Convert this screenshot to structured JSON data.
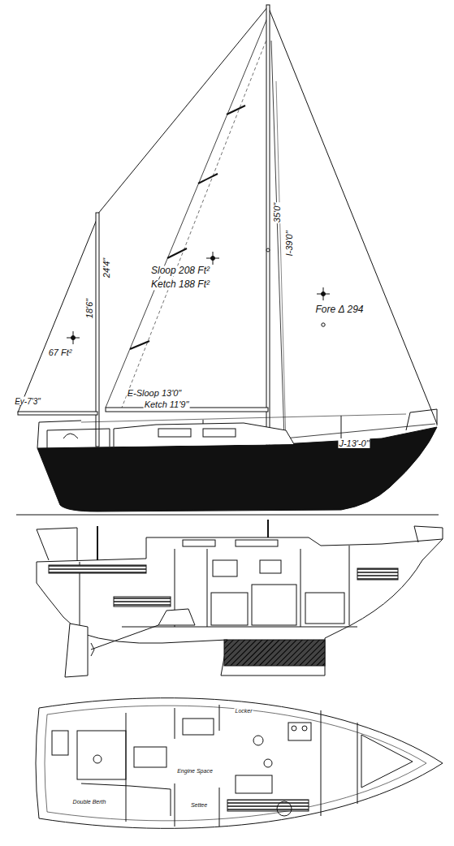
{
  "diagram": {
    "labels": [
      "Sloop 208 Ft²",
      "Ketch 188 Ft²",
      "Fore Δ 294",
      "67 Ft²",
      "18'6\"",
      "24'4\"",
      "35'0\"",
      "I-39'0\"",
      "E-Sloop 13'0\"",
      "Ketch 11'9\"",
      "J-13'-0\"",
      "Ey-7'3\"",
      "Engine Space",
      "Double Berth",
      "Settee",
      "Locker"
    ]
  }
}
